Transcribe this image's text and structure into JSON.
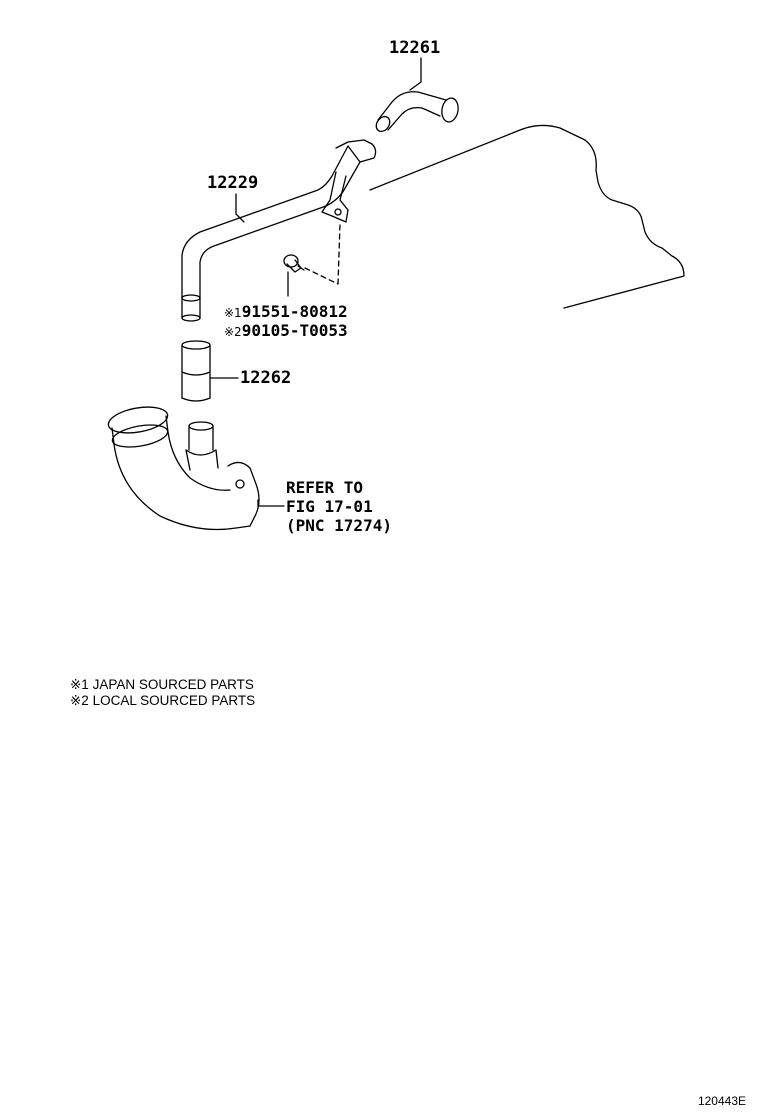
{
  "parts": {
    "hose_top": "12261",
    "pipe": "12229",
    "hose_bottom": "12262",
    "bolt_1_mark": "※1",
    "bolt_1": "91551-80812",
    "bolt_2_mark": "※2",
    "bolt_2": "90105-T0053"
  },
  "refer": {
    "line1": "REFER TO",
    "line2": "FIG 17-01",
    "line3": "(PNC 17274)"
  },
  "notes": {
    "note1": "※1 JAPAN SOURCED PARTS",
    "note2": "※2 LOCAL SOURCED PARTS"
  },
  "footer": {
    "code": "120443E"
  }
}
